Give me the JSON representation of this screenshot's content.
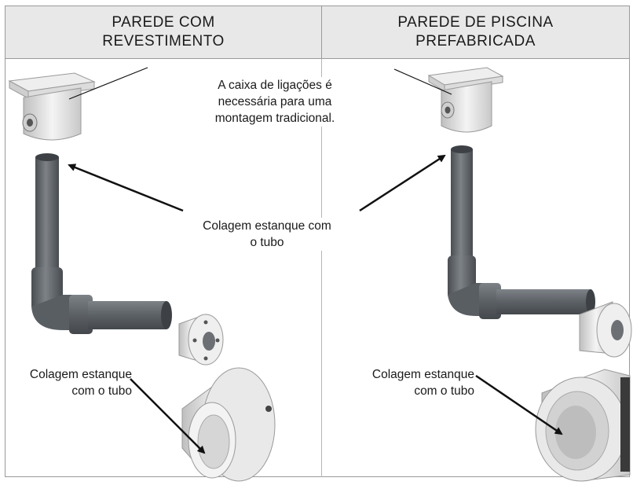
{
  "headers": {
    "left": [
      "PAREDE COM",
      "REVESTIMENTO"
    ],
    "right": [
      "PAREDE DE PISCINA",
      "PREFABRICADA"
    ]
  },
  "labels": {
    "junction_box_note": [
      "A caixa de ligações é",
      "necessária para uma",
      "montagem tradicional."
    ],
    "pipe_glue_center": [
      "Colagem estanque com",
      "o tubo"
    ],
    "fitting_glue_left": [
      "Colagem estanque",
      "com o tubo"
    ],
    "fitting_glue_right": [
      "Colagem estanque",
      "com o tubo"
    ]
  },
  "colors": {
    "header_bg": "#e8e8e8",
    "pipe": "#5a5f64",
    "pipe_light": "#7c8186",
    "box": "#d9d9d9",
    "fitting": "#e4e4e4",
    "arrow": "#111111"
  }
}
